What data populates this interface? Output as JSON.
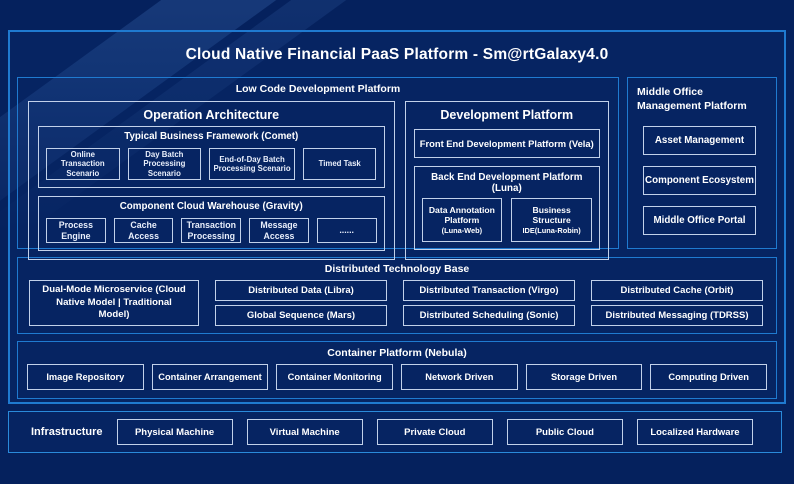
{
  "colors": {
    "background": "#05215d",
    "section_border": "#1f7ad0",
    "inner_border": "#c2d1ea",
    "text": "#ffffff"
  },
  "header": {
    "title": "Cloud Native Financial PaaS Platform - Sm@rtGalaxy4.0"
  },
  "low_code_platform": {
    "title": "Low Code Development Platform",
    "operation_architecture": {
      "title": "Operation Architecture",
      "typical_business_framework": {
        "title": "Typical Business Framework (Comet)",
        "items": [
          "Online Transaction Scenario",
          "Day Batch Processing Scenario",
          "End-of-Day Batch Processing Scenario",
          "Timed Task"
        ]
      },
      "component_cloud_warehouse": {
        "title": "Component Cloud Warehouse (Gravity)",
        "items": [
          "Process Engine",
          "Cache Access",
          "Transaction Processing",
          "Message Access",
          "......"
        ]
      }
    },
    "development_platform": {
      "title": "Development Platform",
      "front_end": {
        "label": "Front End Development Platform (Vela)"
      },
      "back_end": {
        "title": "Back End Development Platform (Luna)",
        "items": [
          {
            "main": "Data Annotation Platform",
            "sub": "(Luna-Web)"
          },
          {
            "main": "Business Structure",
            "sub": "IDE(Luna-Robin)"
          }
        ]
      }
    }
  },
  "middle_office_platform": {
    "title": "Middle Office Management Platform",
    "items": [
      "Asset Management",
      "Component Ecosystem",
      "Middle Office Portal"
    ]
  },
  "distributed_technology_base": {
    "title": "Distributed Technology Base",
    "dual_mode": "Dual-Mode Microservice (Cloud Native Model | Traditional Model)",
    "row1": [
      "Distributed Data (Libra)",
      "Distributed Transaction (Virgo)",
      "Distributed Cache (Orbit)"
    ],
    "row2": [
      "Global Sequence (Mars)",
      "Distributed Scheduling (Sonic)",
      "Distributed Messaging (TDRSS)"
    ]
  },
  "container_platform": {
    "title": "Container Platform (Nebula)",
    "items": [
      "Image Repository",
      "Container Arrangement",
      "Container Monitoring",
      "Network Driven",
      "Storage Driven",
      "Computing Driven"
    ]
  },
  "infrastructure": {
    "label": "Infrastructure",
    "items": [
      "Physical Machine",
      "Virtual Machine",
      "Private Cloud",
      "Public Cloud",
      "Localized Hardware"
    ]
  }
}
